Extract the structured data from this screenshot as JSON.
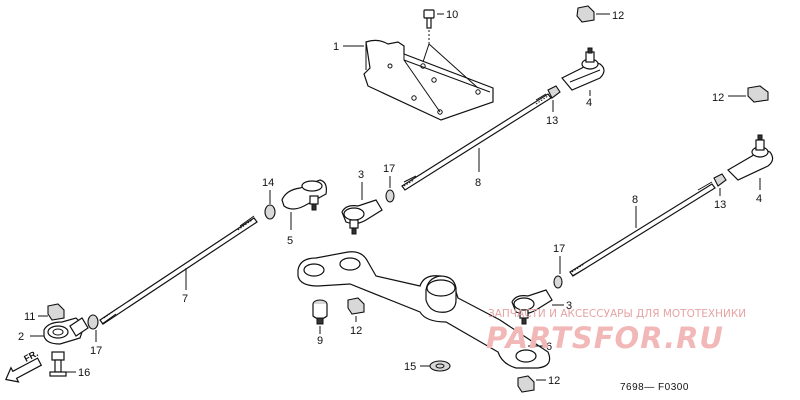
{
  "labels": {
    "l1": "1",
    "l2": "2",
    "l3a": "3",
    "l3b": "3",
    "l4a": "4",
    "l4b": "4",
    "l5": "5",
    "l6": "6",
    "l7": "7",
    "l8a": "8",
    "l8b": "8",
    "l9": "9",
    "l10": "10",
    "l11": "11",
    "l12a": "12",
    "l12b": "12",
    "l12c": "12",
    "l12d": "12",
    "l13a": "13",
    "l13b": "13",
    "l14": "14",
    "l15": "15",
    "l16": "16",
    "l17a": "17",
    "l17b": "17",
    "l17c": "17"
  },
  "diagram_code": "7698— F0300",
  "front_marker": "FR.",
  "watermark": {
    "top": "ЗАПЧАСТИ И АКСЕССУАРЫ ДЛЯ МОТОТЕХНИКИ",
    "main": "PARTSFOR.RU"
  },
  "icons": {
    "front_arrow": "front-direction-arrow-icon"
  }
}
